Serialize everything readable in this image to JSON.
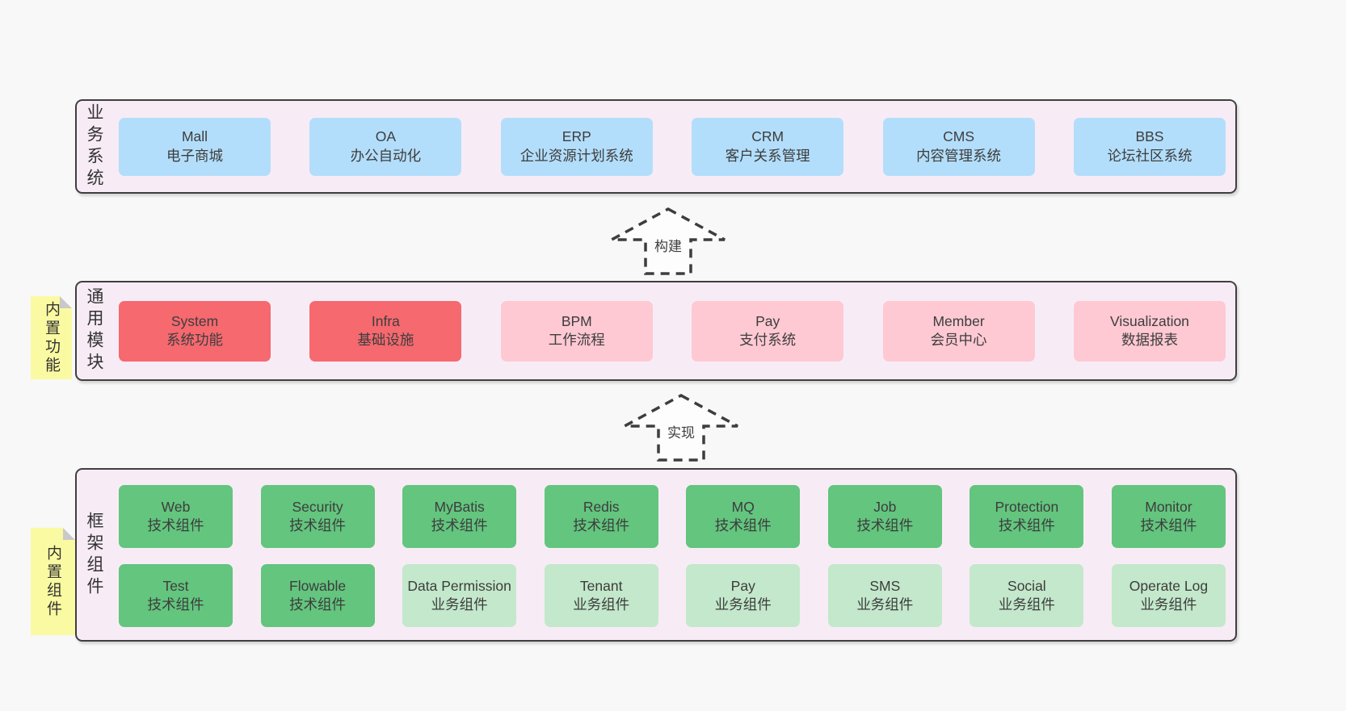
{
  "colors": {
    "page_bg": "#f8f8f8",
    "band_bg": "#f7ecf5",
    "band_border": "#3f3f3f",
    "blue_box": "#b3defb",
    "red_box": "#f5696f",
    "pink_box": "#fec9d3",
    "green_box": "#63c57e",
    "light_green_box": "#c3e8cb",
    "note_bg": "#fafaa2",
    "note_fold": "#c9c9c9",
    "text": "#3d3d3d"
  },
  "layers": [
    {
      "label": "业务系统",
      "boxes": [
        {
          "title": "Mall",
          "subtitle": "电子商城"
        },
        {
          "title": "OA",
          "subtitle": "办公自动化"
        },
        {
          "title": "ERP",
          "subtitle": "企业资源计划系统"
        },
        {
          "title": "CRM",
          "subtitle": "客户关系管理"
        },
        {
          "title": "CMS",
          "subtitle": "内容管理系统"
        },
        {
          "title": "BBS",
          "subtitle": "论坛社区系统"
        }
      ]
    },
    {
      "label": "通用模块",
      "note": "内置功能",
      "boxes": [
        {
          "title": "System",
          "subtitle": "系统功能"
        },
        {
          "title": "Infra",
          "subtitle": "基础设施"
        },
        {
          "title": "BPM",
          "subtitle": "工作流程"
        },
        {
          "title": "Pay",
          "subtitle": "支付系统"
        },
        {
          "title": "Member",
          "subtitle": "会员中心"
        },
        {
          "title": "Visualization",
          "subtitle": "数据报表"
        }
      ]
    },
    {
      "label": "框架组件",
      "note": "内置组件",
      "rows": [
        [
          {
            "title": "Web",
            "subtitle": "技术组件"
          },
          {
            "title": "Security",
            "subtitle": "技术组件"
          },
          {
            "title": "MyBatis",
            "subtitle": "技术组件"
          },
          {
            "title": "Redis",
            "subtitle": "技术组件"
          },
          {
            "title": "MQ",
            "subtitle": "技术组件"
          },
          {
            "title": "Job",
            "subtitle": "技术组件"
          },
          {
            "title": "Protection",
            "subtitle": "技术组件"
          },
          {
            "title": "Monitor",
            "subtitle": "技术组件"
          }
        ],
        [
          {
            "title": "Test",
            "subtitle": "技术组件"
          },
          {
            "title": "Flowable",
            "subtitle": "技术组件"
          },
          {
            "title": "Data Permission",
            "subtitle": "业务组件"
          },
          {
            "title": "Tenant",
            "subtitle": "业务组件"
          },
          {
            "title": "Pay",
            "subtitle": "业务组件"
          },
          {
            "title": "SMS",
            "subtitle": "业务组件"
          },
          {
            "title": "Social",
            "subtitle": "业务组件"
          },
          {
            "title": "Operate Log",
            "subtitle": "业务组件"
          }
        ]
      ]
    }
  ],
  "arrows": [
    {
      "label": "构建"
    },
    {
      "label": "实现"
    }
  ]
}
